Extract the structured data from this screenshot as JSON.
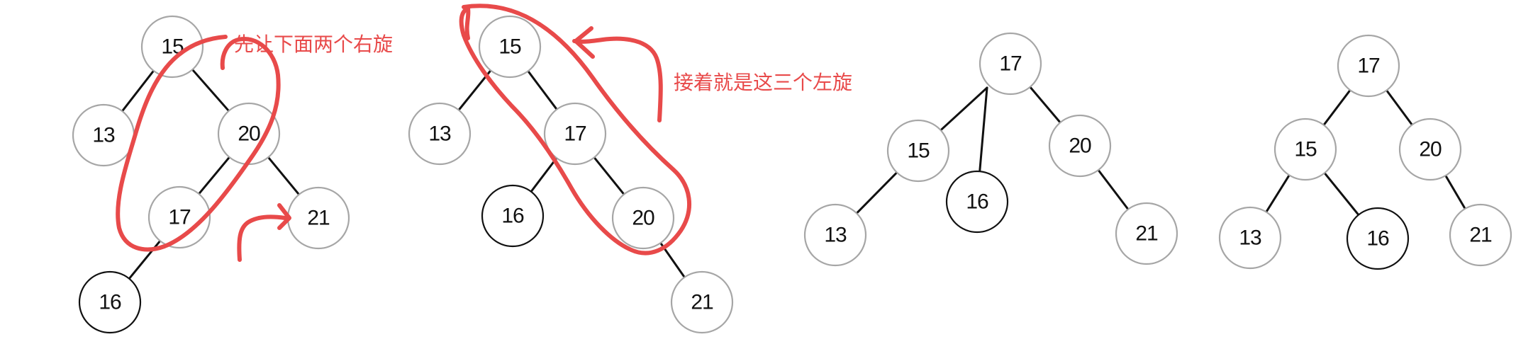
{
  "colors": {
    "annotation": "#e84a4a",
    "node_stroke_default": "#a6a6a6",
    "node_stroke_highlight": "#111111",
    "edge": "#111111",
    "label": "#111111"
  },
  "annotations": {
    "step1_note": "先让下面两个右旋",
    "step2_note": "接着就是这三个左旋"
  },
  "trees": [
    {
      "id": "tree-1",
      "nodes": [
        {
          "id": "n15",
          "label": "15",
          "highlight": false
        },
        {
          "id": "n13",
          "label": "13",
          "highlight": false
        },
        {
          "id": "n20",
          "label": "20",
          "highlight": false
        },
        {
          "id": "n17",
          "label": "17",
          "highlight": false
        },
        {
          "id": "n21",
          "label": "21",
          "highlight": false
        },
        {
          "id": "n16",
          "label": "16",
          "highlight": true
        }
      ],
      "edges": [
        [
          "n15",
          "n13"
        ],
        [
          "n15",
          "n20"
        ],
        [
          "n20",
          "n17"
        ],
        [
          "n20",
          "n21"
        ],
        [
          "n17",
          "n16"
        ]
      ]
    },
    {
      "id": "tree-2",
      "nodes": [
        {
          "id": "n15",
          "label": "15",
          "highlight": false
        },
        {
          "id": "n13",
          "label": "13",
          "highlight": false
        },
        {
          "id": "n17",
          "label": "17",
          "highlight": false
        },
        {
          "id": "n16",
          "label": "16",
          "highlight": true
        },
        {
          "id": "n20",
          "label": "20",
          "highlight": false
        },
        {
          "id": "n21",
          "label": "21",
          "highlight": false
        }
      ],
      "edges": [
        [
          "n15",
          "n13"
        ],
        [
          "n15",
          "n17"
        ],
        [
          "n17",
          "n16"
        ],
        [
          "n17",
          "n20"
        ],
        [
          "n20",
          "n21"
        ]
      ]
    },
    {
      "id": "tree-3",
      "nodes": [
        {
          "id": "n17",
          "label": "17",
          "highlight": false
        },
        {
          "id": "n15",
          "label": "15",
          "highlight": false
        },
        {
          "id": "n16",
          "label": "16",
          "highlight": true
        },
        {
          "id": "n20",
          "label": "20",
          "highlight": false
        },
        {
          "id": "n13",
          "label": "13",
          "highlight": false
        },
        {
          "id": "n21",
          "label": "21",
          "highlight": false
        }
      ],
      "edges": [
        [
          "n17",
          "n15"
        ],
        [
          "n17",
          "n16"
        ],
        [
          "n17",
          "n20"
        ],
        [
          "n15",
          "n13"
        ],
        [
          "n20",
          "n21"
        ]
      ]
    },
    {
      "id": "tree-4",
      "nodes": [
        {
          "id": "n17",
          "label": "17",
          "highlight": false
        },
        {
          "id": "n15",
          "label": "15",
          "highlight": false
        },
        {
          "id": "n20",
          "label": "20",
          "highlight": false
        },
        {
          "id": "n13",
          "label": "13",
          "highlight": false
        },
        {
          "id": "n16",
          "label": "16",
          "highlight": true
        },
        {
          "id": "n21",
          "label": "21",
          "highlight": false
        }
      ],
      "edges": [
        [
          "n17",
          "n15"
        ],
        [
          "n17",
          "n20"
        ],
        [
          "n15",
          "n13"
        ],
        [
          "n15",
          "n16"
        ],
        [
          "n20",
          "n21"
        ]
      ]
    }
  ]
}
